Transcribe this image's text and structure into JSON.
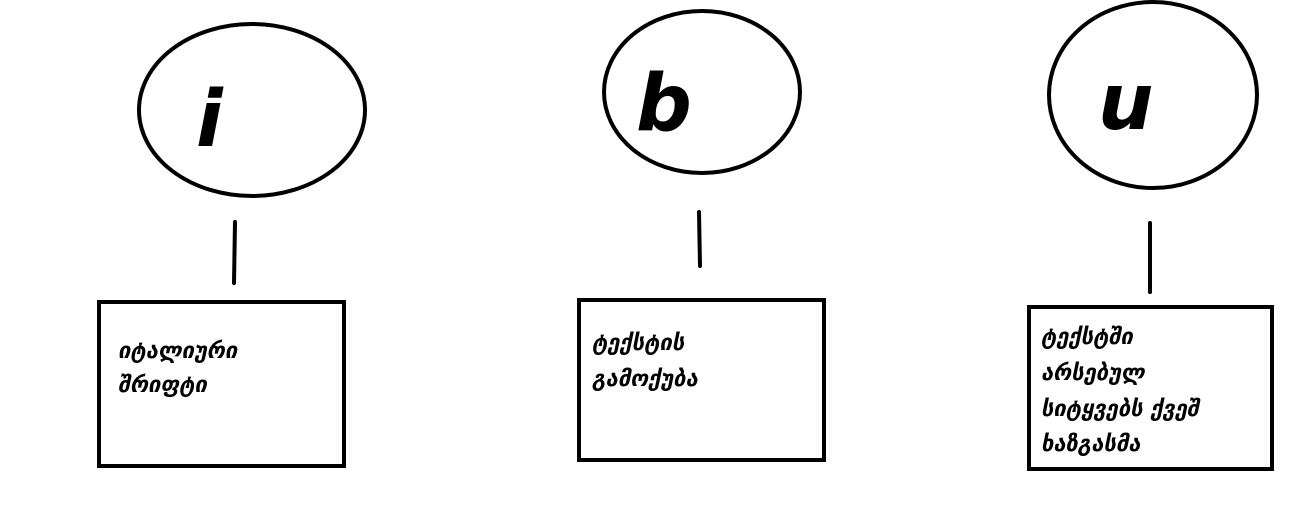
{
  "nodes": [
    {
      "letter": "i",
      "lines": [
        "იტალიური",
        "შრიფტი"
      ]
    },
    {
      "letter": "b",
      "lines": [
        "ტექსტის",
        "გამოქუბა"
      ]
    },
    {
      "letter": "u",
      "lines": [
        "ტექსტში",
        "არსებულ",
        "სიტყვებს ქვეშ",
        "ხაზგასმა"
      ]
    }
  ],
  "colors": {
    "stroke": "#000000",
    "background": "#ffffff"
  }
}
